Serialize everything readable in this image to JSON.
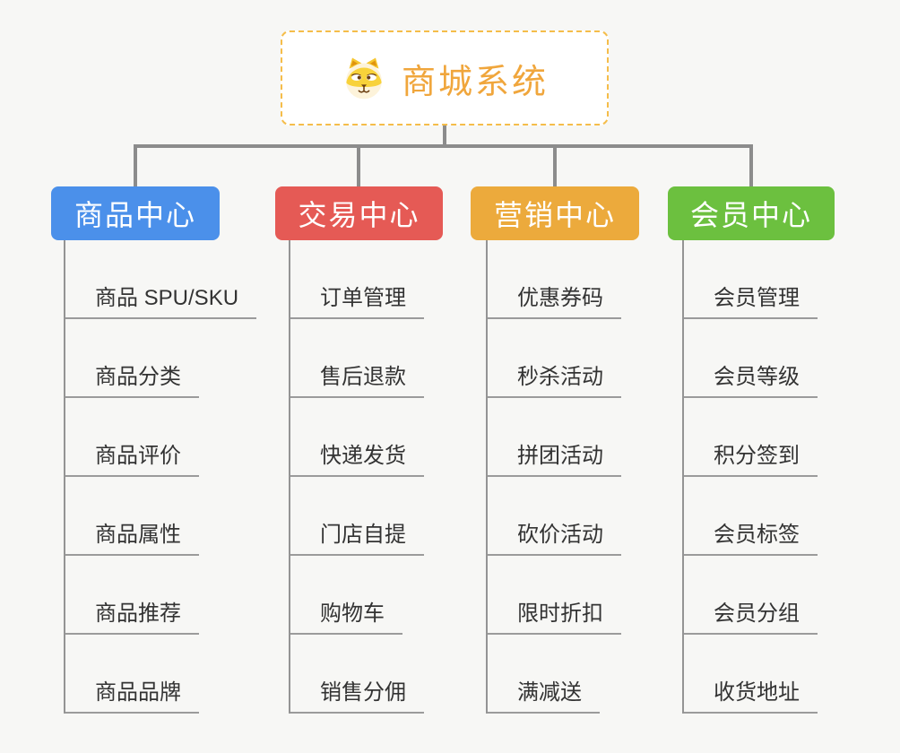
{
  "root": {
    "title": "商城系统",
    "icon": "dog-face-icon",
    "title_color": "#f0a63c",
    "border_color": "#f5bd4a"
  },
  "connector_color": "#8c8c8c",
  "child_line_color": "#9b9b9b",
  "child_text_color": "#333333",
  "branches": [
    {
      "label": "商品中心",
      "color": "#4b90ea",
      "children": [
        "商品 SPU/SKU",
        "商品分类",
        "商品评价",
        "商品属性",
        "商品推荐",
        "商品品牌"
      ]
    },
    {
      "label": "交易中心",
      "color": "#e55a55",
      "children": [
        "订单管理",
        "售后退款",
        "快递发货",
        "门店自提",
        "购物车",
        "销售分佣"
      ]
    },
    {
      "label": "营销中心",
      "color": "#ecaa3c",
      "children": [
        "优惠券码",
        "秒杀活动",
        "拼团活动",
        "砍价活动",
        "限时折扣",
        "满减送"
      ]
    },
    {
      "label": "会员中心",
      "color": "#6cc03f",
      "children": [
        "会员管理",
        "会员等级",
        "积分签到",
        "会员标签",
        "会员分组",
        "收货地址"
      ]
    }
  ]
}
